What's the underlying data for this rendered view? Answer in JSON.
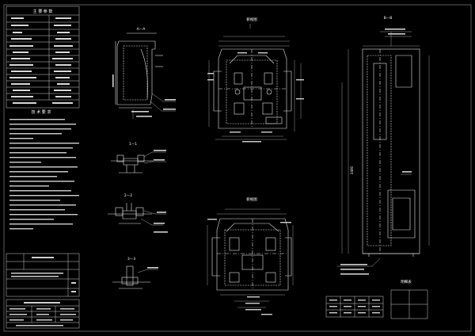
{
  "drawing": {
    "background": "#000000",
    "line_color": "#ffffff",
    "title_block_header": "主 要 参 数",
    "tech_requirements_title": "技 术 要 求",
    "view_labels": {
      "section_1": "1—1",
      "section_2": "2—2",
      "section_3": "3—3",
      "front_view": "A—A",
      "plan_top": "俯视图",
      "plan_bottom": "俯视图",
      "right_view": "B—B"
    },
    "overall_dimension": "3400",
    "small_table_title": "明细表"
  }
}
